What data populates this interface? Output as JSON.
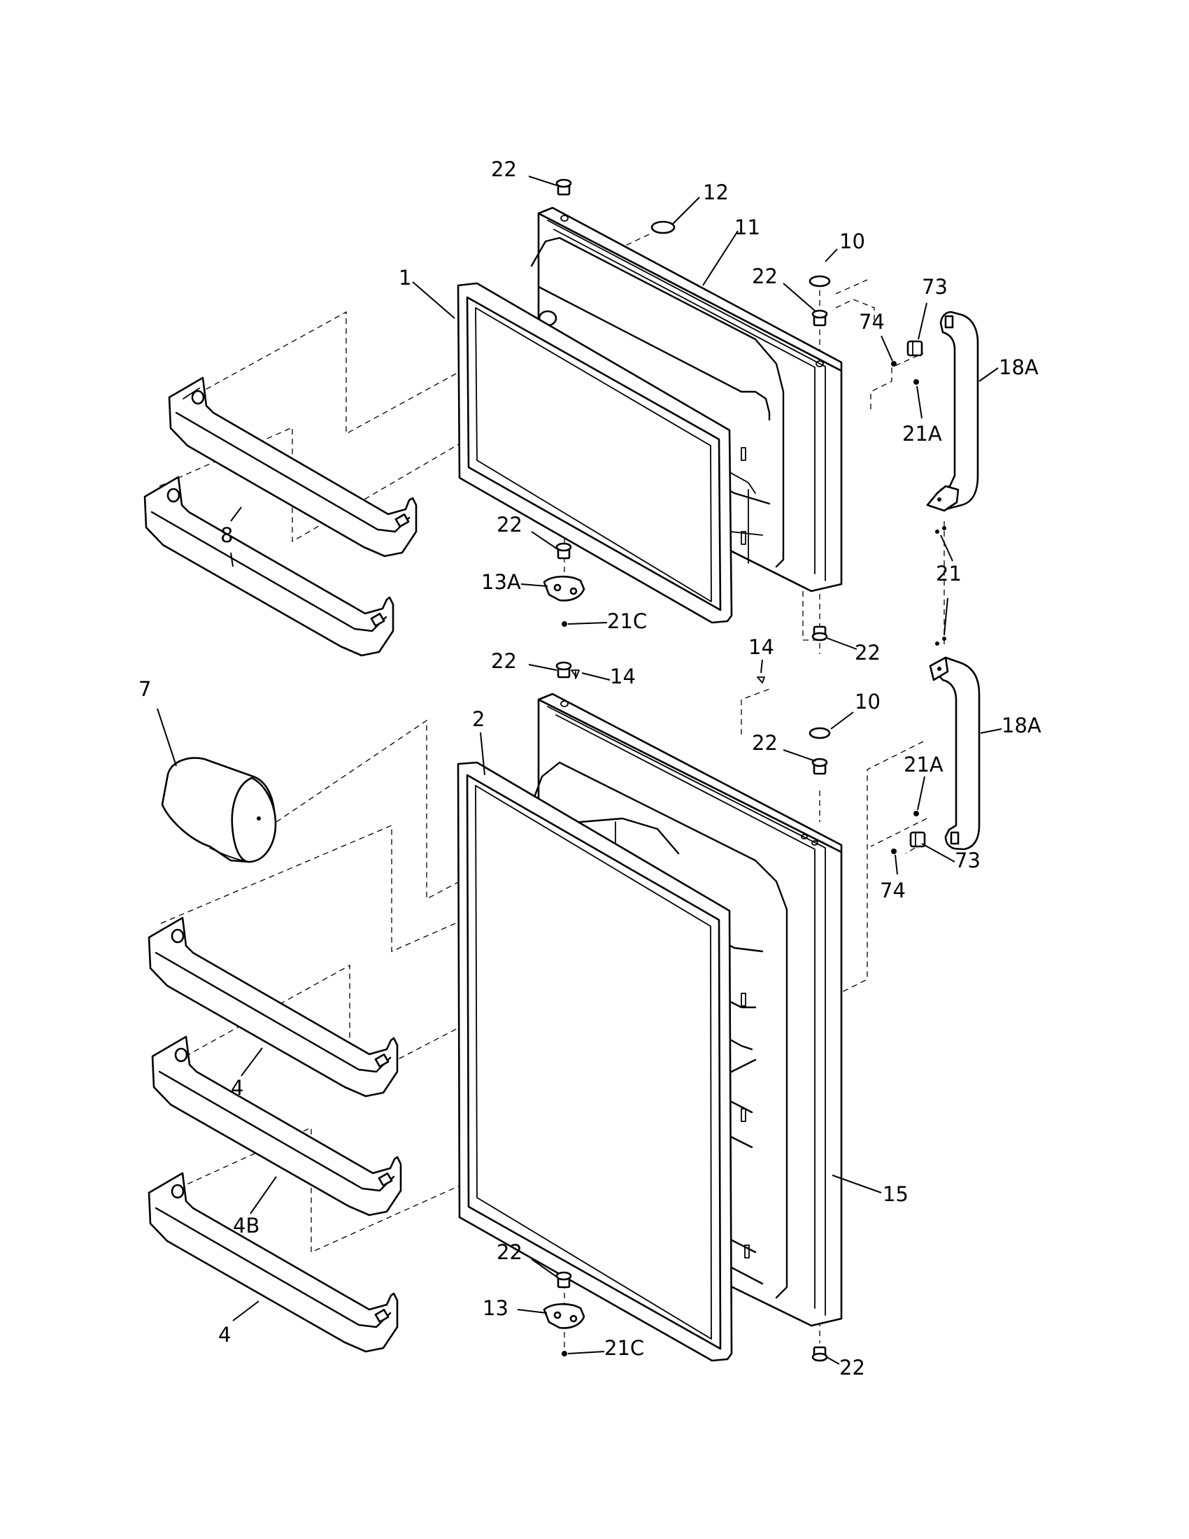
{
  "diagram": {
    "labels": {
      "l22_top": "22",
      "l12": "12",
      "l11": "11",
      "l10_top": "10",
      "l22_upper_right": "22",
      "l1": "1",
      "l73_top": "73",
      "l74_top": "74",
      "l18A_top": "18A",
      "l21A_top": "21A",
      "l8": "8",
      "l22_freezer_bottom_hinge": "22",
      "l13A": "13A",
      "l21C_top": "21C",
      "l21": "21",
      "l22_freezer_right": "22",
      "l14_a": "14",
      "l14_b": "14",
      "l22_fresh_top": "22",
      "l7": "7",
      "l2": "2",
      "l10_lower": "10",
      "l22_lower_right": "22",
      "l18A_lower": "18A",
      "l21A_lower": "21A",
      "l73_lower": "73",
      "l74_lower": "74",
      "l4_upper": "4",
      "l4B": "4B",
      "l15": "15",
      "l22_fresh_bottom_hinge": "22",
      "l13": "13",
      "l21C_lower": "21C",
      "l22_fresh_right": "22",
      "l4_lower": "4"
    }
  }
}
